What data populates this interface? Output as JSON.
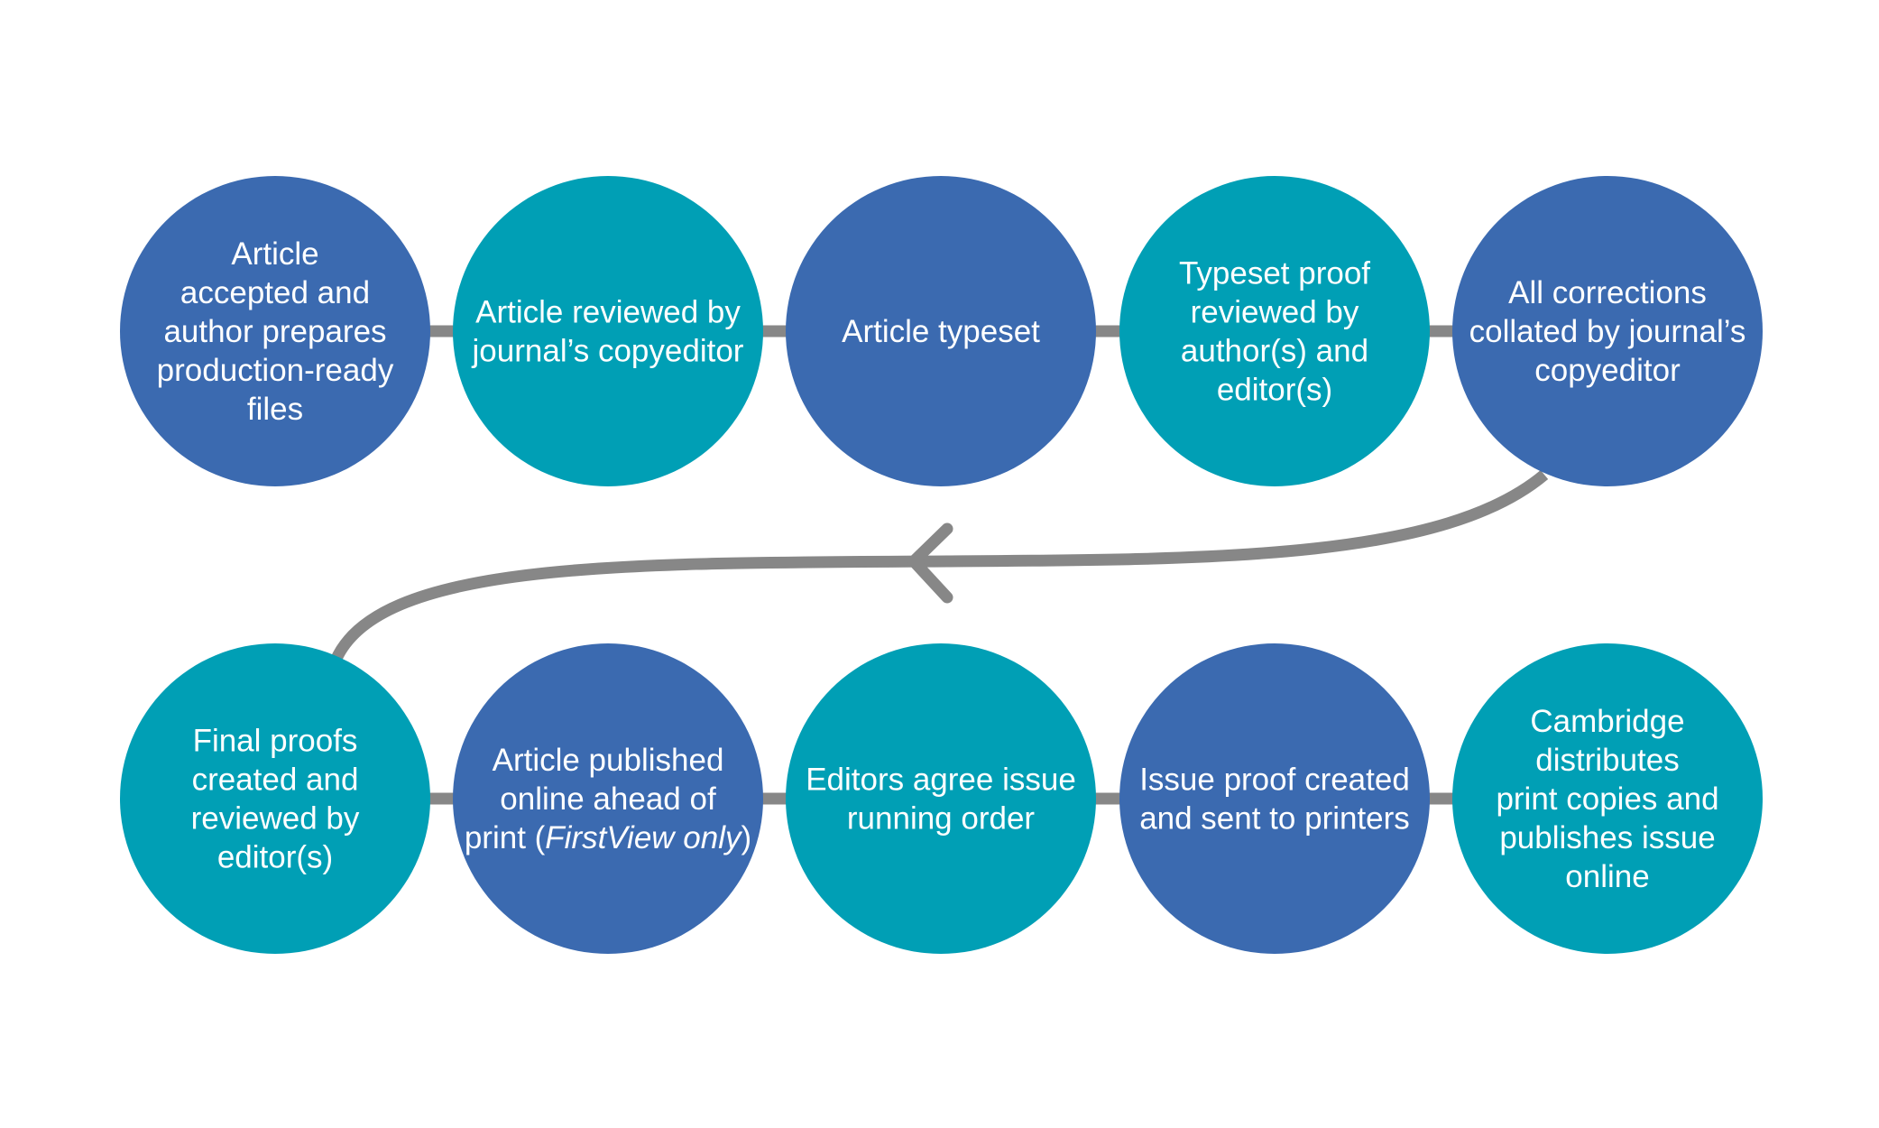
{
  "colors": {
    "blue": "#3B6AB0",
    "teal": "#009FB5",
    "connector": "#878787",
    "text": "#ffffff",
    "background": "#ffffff"
  },
  "rows": [
    {
      "name": "top-row",
      "steps": [
        {
          "id": "step-1",
          "color": "blue",
          "lines": [
            [
              "Article"
            ],
            [
              "accepted and"
            ],
            [
              "author prepares"
            ],
            [
              "production-ready"
            ],
            [
              "files"
            ]
          ]
        },
        {
          "id": "step-2",
          "color": "teal",
          "lines": [
            [
              "Article reviewed by"
            ],
            [
              "journal’s copyeditor"
            ]
          ]
        },
        {
          "id": "step-3",
          "color": "blue",
          "lines": [
            [
              "Article typeset"
            ]
          ]
        },
        {
          "id": "step-4",
          "color": "teal",
          "lines": [
            [
              "Typeset proof"
            ],
            [
              "reviewed by"
            ],
            [
              "author(s) and"
            ],
            [
              "editor(s)"
            ]
          ]
        },
        {
          "id": "step-5",
          "color": "blue",
          "lines": [
            [
              "All corrections"
            ],
            [
              "collated by journal’s"
            ],
            [
              "copyeditor"
            ]
          ]
        }
      ]
    },
    {
      "name": "bottom-row",
      "steps": [
        {
          "id": "step-6",
          "color": "teal",
          "lines": [
            [
              "Final proofs"
            ],
            [
              "created and"
            ],
            [
              "reviewed by"
            ],
            [
              "editor(s)"
            ]
          ]
        },
        {
          "id": "step-7",
          "color": "blue",
          "lines": [
            [
              "Article published"
            ],
            [
              "online ahead of"
            ],
            [
              "print (",
              "FirstView only",
              ")"
            ]
          ]
        },
        {
          "id": "step-8",
          "color": "teal",
          "lines": [
            [
              "Editors agree issue"
            ],
            [
              "running order"
            ]
          ]
        },
        {
          "id": "step-9",
          "color": "blue",
          "lines": [
            [
              "Issue proof created"
            ],
            [
              "and sent to printers"
            ]
          ]
        },
        {
          "id": "step-10",
          "color": "teal",
          "lines": [
            [
              "Cambridge"
            ],
            [
              "distributes"
            ],
            [
              "print copies and"
            ],
            [
              "publishes issue"
            ],
            [
              "online"
            ]
          ]
        }
      ]
    }
  ]
}
